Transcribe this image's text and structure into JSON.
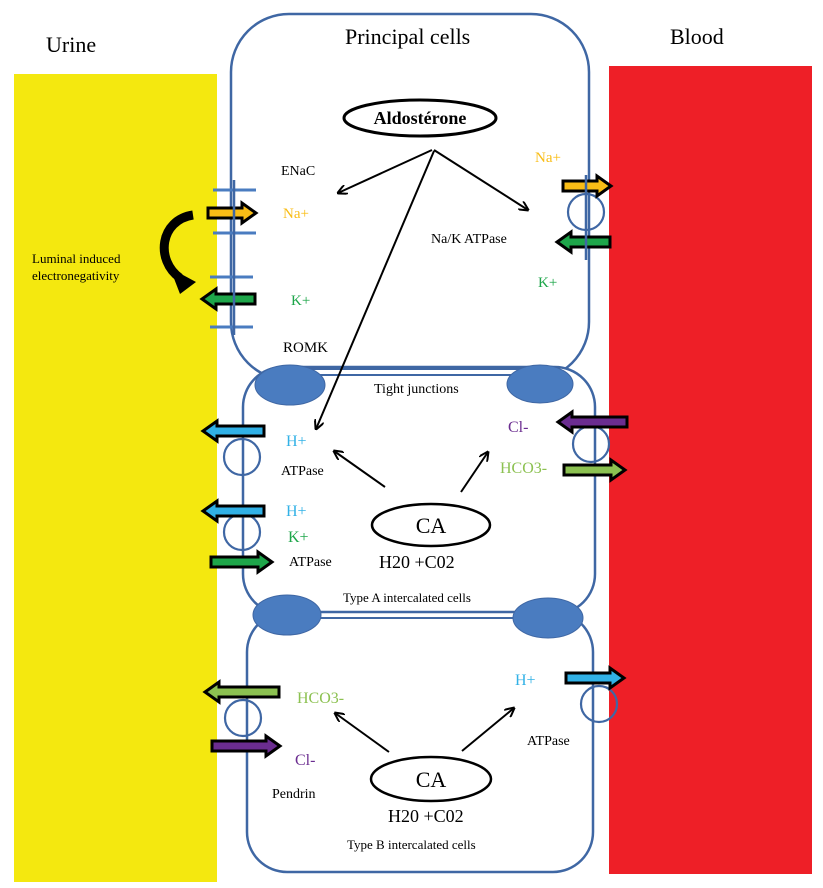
{
  "colors": {
    "urine": "#f4e80f",
    "blood": "#ee1f27",
    "membrane": "#3f67a4",
    "junction_fill": "#4a7cc0",
    "channel": "#4a7cc0",
    "na": "#f9bd16",
    "k": "#1ea64a",
    "h": "#31b1e6",
    "cl": "#6b2d90",
    "hco3": "#8cc151",
    "text": "#000000"
  },
  "compartments": {
    "urine_label": "Urine",
    "blood_label": "Blood"
  },
  "principal": {
    "title": "Principal cells",
    "hormone": "Aldostérone",
    "enac_label": "ENaC",
    "na_apical": "Na+",
    "k_apical": "K+",
    "romk_label": "ROMK",
    "na_basal": "Na+",
    "k_basal": "K+",
    "pump_label": "Na/K ATPase",
    "electro_label_1": "Luminal induced",
    "electro_label_2": "electronegativity"
  },
  "junctions_label": "Tight junctions",
  "type_a": {
    "title": "Type A intercalated  cells",
    "h1": "H+",
    "atpase1": "ATPase",
    "h2": "H+",
    "k": "K+",
    "atpase2": "ATPase",
    "enzyme": "CA",
    "substrate": "H20 +C02",
    "cl": "Cl-",
    "hco3": "HCO3-"
  },
  "type_b": {
    "title": "Type B intercalated cells",
    "hco3": "HCO3-",
    "cl": "Cl-",
    "pendrin": "Pendrin",
    "enzyme": "CA",
    "substrate": "H20 +C02",
    "h": "H+",
    "atpase": "ATPase"
  }
}
